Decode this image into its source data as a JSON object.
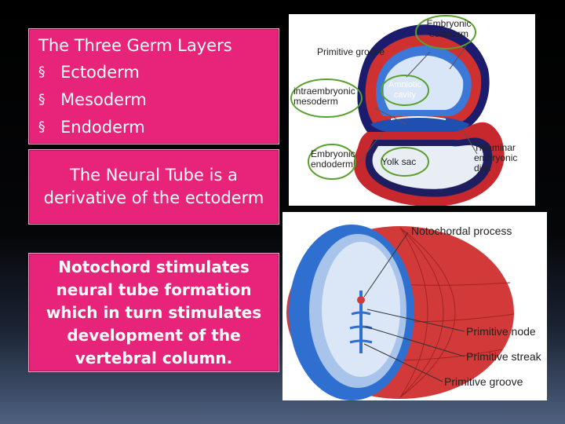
{
  "germ_layers": {
    "title": "The Three Germ Layers",
    "bullet_glyph": "§",
    "items": [
      "Ectoderm",
      "Mesoderm",
      "Endoderm"
    ]
  },
  "neural_tube_text": "The Neural Tube is a derivative of the ectoderm",
  "notochord_text": "Notochord stimulates neural tube formation which in turn stimulates development of the vertebral column.",
  "figure_top": {
    "labels": {
      "embryonic_ectoderm": "Embryonic ectoderm",
      "primitive_groove": "Primitive groove",
      "amniotic_cavity": "Amniotic cavity",
      "intraembryonic_mesoderm": "intraembryonic mesoderm",
      "embryonic_endoderm": "Embryonic endoderm",
      "yolk_sac": "Yolk sac",
      "trilaminar_embryonic_disc": "Trilaminar embryonic disc"
    }
  },
  "figure_bottom": {
    "labels": {
      "notochordal_process": "Notochordal process",
      "primitive_node": "Primitive node",
      "primitive_streak": "Primitive streak",
      "primitive_groove": "Primitive groove"
    }
  },
  "colors": {
    "slide_box": "#e8237a",
    "slide_background": "#000000",
    "ectoderm_blue": "#2f6fd0",
    "mesoderm_red": "#d23a3a",
    "label_circle_green": "#5aa02c"
  }
}
